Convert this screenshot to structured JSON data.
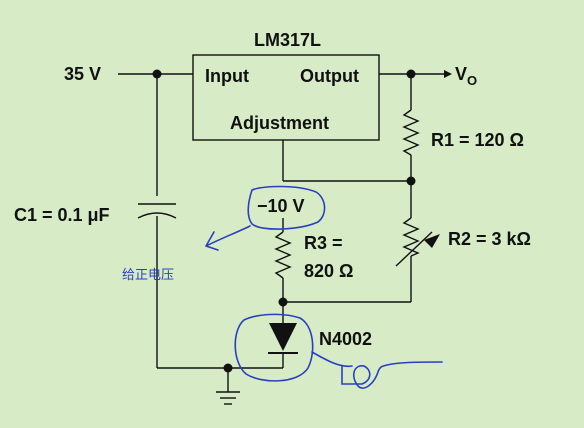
{
  "ic": {
    "name": "LM317L",
    "pin_input": "Input",
    "pin_output": "Output",
    "pin_adjust": "Adjustment"
  },
  "supply": {
    "label": "35 V"
  },
  "output": {
    "label": "V",
    "subscript": "O"
  },
  "r1": {
    "label": "R1 = 120 Ω"
  },
  "r2": {
    "label": "R2 = 3 kΩ"
  },
  "r3": {
    "name": "R3 =",
    "value": "820 Ω"
  },
  "c1": {
    "label": "C1 = 0.1 μF"
  },
  "neg": {
    "label": "−10 V"
  },
  "diode": {
    "label": "N4002"
  },
  "annotation": {
    "text": "给正电压"
  },
  "colors": {
    "background": "#d7ecc6",
    "wire": "#111111",
    "ink": "#2a3fc0"
  }
}
